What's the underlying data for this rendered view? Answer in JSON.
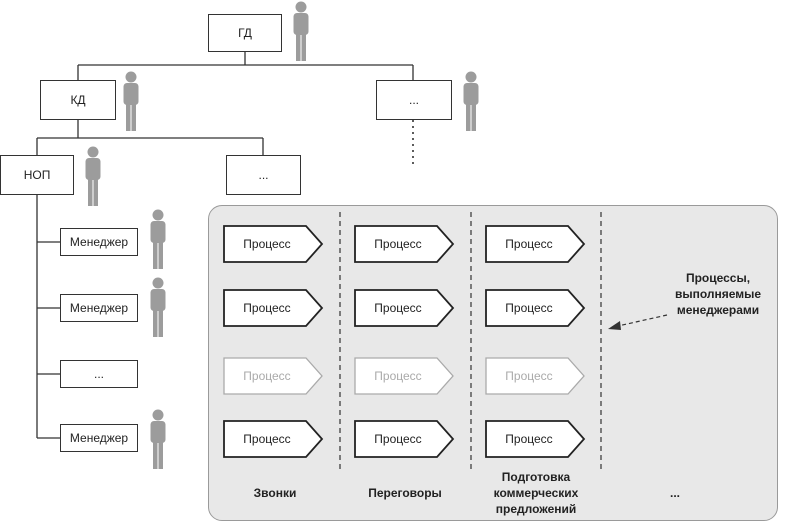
{
  "org": {
    "gd": "ГД",
    "kd": "КД",
    "top_ellipsis": "...",
    "nop": "НОП",
    "mid_ellipsis": "...",
    "manager_1": "Менеджер",
    "manager_2": "Менеджер",
    "manager_ellipsis": "...",
    "manager_3": "Менеджер"
  },
  "processes": {
    "cell_label": "Процесс",
    "columns": [
      {
        "label": "Звонки"
      },
      {
        "label": "Переговоры"
      },
      {
        "label": "Подготовка коммерческих предложений"
      },
      {
        "label": "..."
      }
    ],
    "rows": [
      {
        "style": "active"
      },
      {
        "style": "active"
      },
      {
        "style": "faded"
      },
      {
        "style": "active"
      }
    ]
  },
  "annotation": "Процессы, выполняемые менеджерами",
  "colors": {
    "panel_fill": "#e8e8e8",
    "panel_border": "#9a9a9a",
    "person": "#9c9c9c",
    "active_outline": "#222222",
    "faded_outline": "#aaaaaa",
    "faded_text": "#aaaaaa"
  }
}
